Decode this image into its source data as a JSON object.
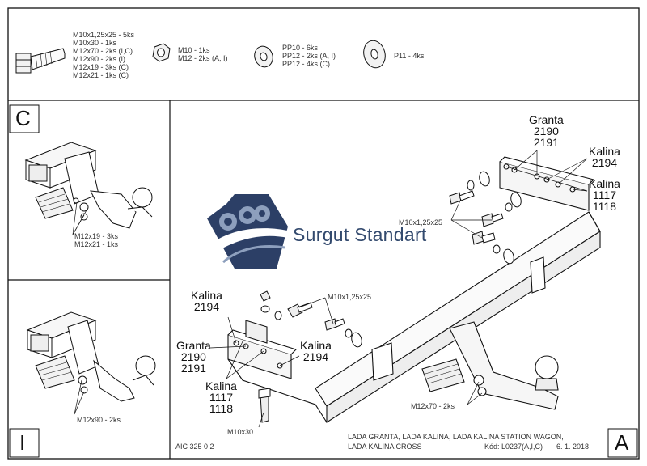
{
  "header": {
    "bolt_list": [
      "M10x1,25x25 - 5ks",
      "M10x30 - 1ks",
      "M12x70 - 2ks (I,C)",
      "M12x90 - 2ks (I)",
      "M12x19 - 3ks (C)",
      "M12x21 - 1ks (C)"
    ],
    "nut_list": [
      "M10 - 1ks",
      "M12 - 2ks (A, I)"
    ],
    "washer_list": [
      "PP10 - 6ks",
      "PP12 - 2ks (A, I)",
      "PP12 - 4ks (C)"
    ],
    "big_washer_list": [
      "P11 - 4ks"
    ]
  },
  "panel_c": {
    "letter": "C",
    "bolts": [
      "M12x19 - 3ks",
      "M12x21 - 1ks"
    ]
  },
  "panel_i": {
    "letter": "I",
    "bolt": "M12x90 - 2ks"
  },
  "panel_a": {
    "letter": "A",
    "brand": "Surgut Standart",
    "right_top": {
      "model": "Granta",
      "codes": [
        "2190",
        "2191"
      ]
    },
    "right_kalina_a": {
      "model": "Kalina",
      "code": "2194"
    },
    "right_kalina_b": {
      "model": "Kalina",
      "codes": [
        "1117",
        "1118"
      ]
    },
    "right_bolt": "M10x1,25x25",
    "left_kalina_a": {
      "model": "Kalina",
      "code": "2194"
    },
    "left_granta": {
      "model": "Granta",
      "codes": [
        "2190",
        "2191"
      ]
    },
    "left_kalina_b": {
      "model": "Kalina",
      "code": "2194"
    },
    "left_kalina_c": {
      "model": "Kalina",
      "codes": [
        "1117",
        "1118"
      ]
    },
    "left_bolt": "M10x1,25x25",
    "bottom_bolt": "M10x30",
    "ball_bolt": "M12x70 - 2ks",
    "drawing_no": "AIC 325 0 2",
    "vehicles": [
      "LADA GRANTA, LADA KALINA, LADA KALINA STATION WAGON,",
      "LADA KALINA CROSS"
    ],
    "code_line": "Kód: L0237(A,I,C)",
    "date": "6. 1. 2018"
  },
  "colors": {
    "line": "#1a1a1a",
    "logo_dark": "#2c3f66",
    "logo_light": "#8d9fbd"
  }
}
